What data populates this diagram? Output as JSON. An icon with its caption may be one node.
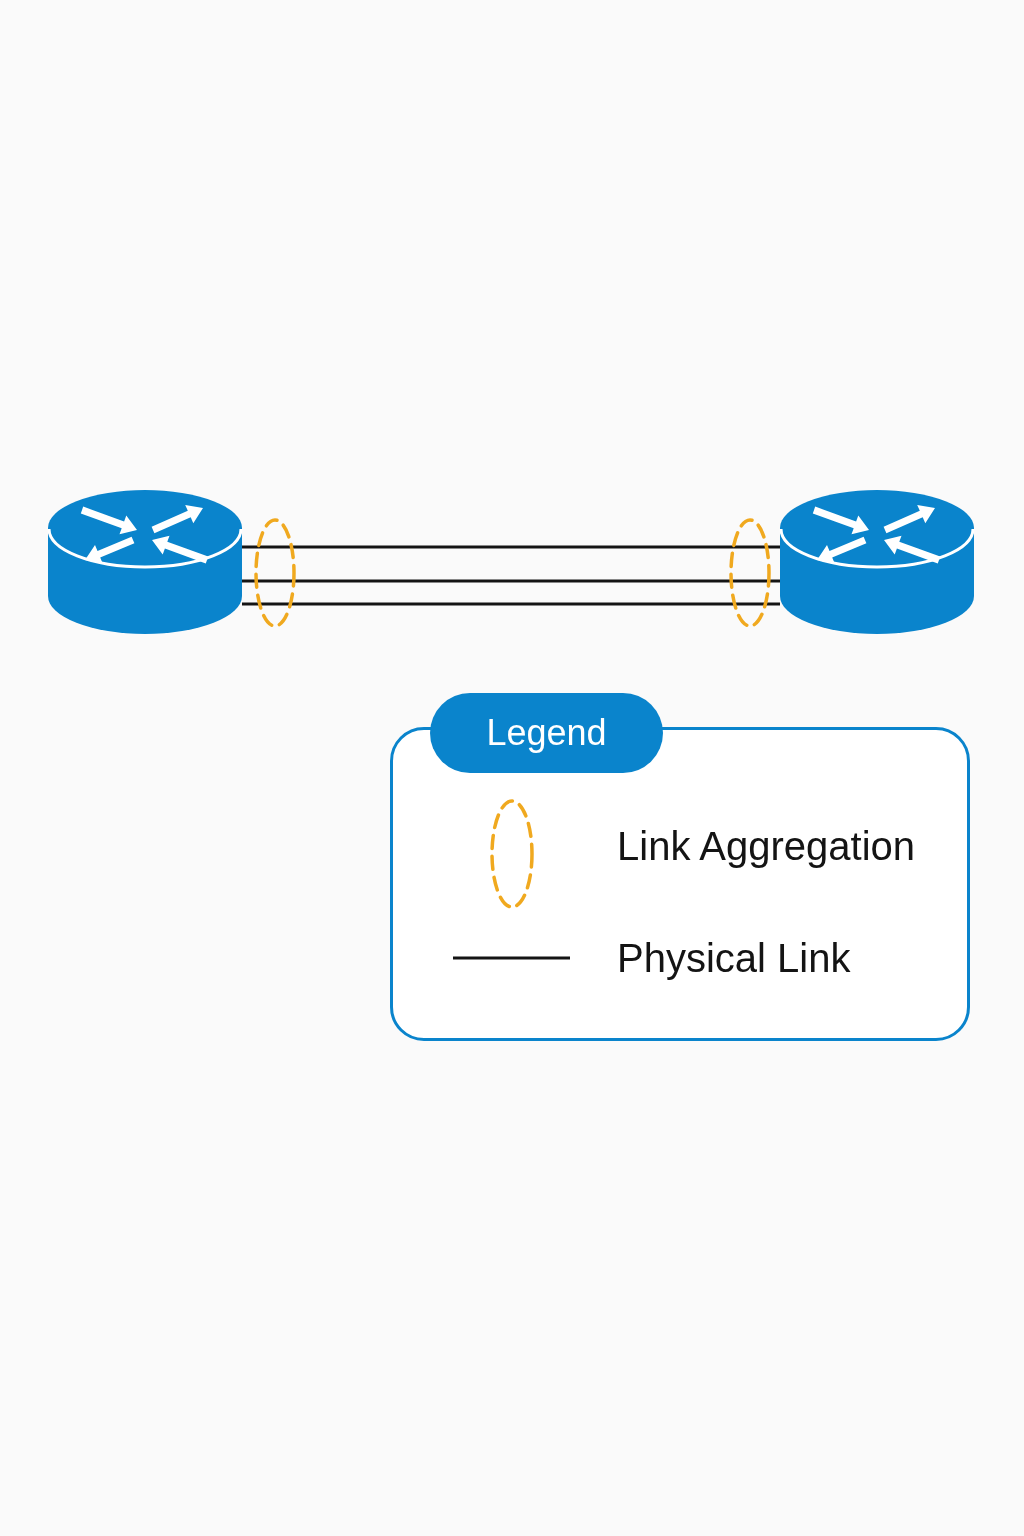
{
  "diagram": {
    "nodes": [
      {
        "text": [],
        "shape": "cylinder"
      },
      {
        "text": [],
        "shape": "cylinder"
      }
    ],
    "edges": [
      {
        "from": 0,
        "to": 1,
        "arrow": "none"
      },
      {
        "from": 0,
        "to": 1,
        "arrow": "none"
      },
      {
        "from": 0,
        "to": 1,
        "arrow": "none"
      }
    ],
    "labels": [
      "Legend"
    ],
    "legend": [
      {
        "text": "Link Aggregation"
      },
      {
        "text": "Physical Link"
      }
    ]
  }
}
